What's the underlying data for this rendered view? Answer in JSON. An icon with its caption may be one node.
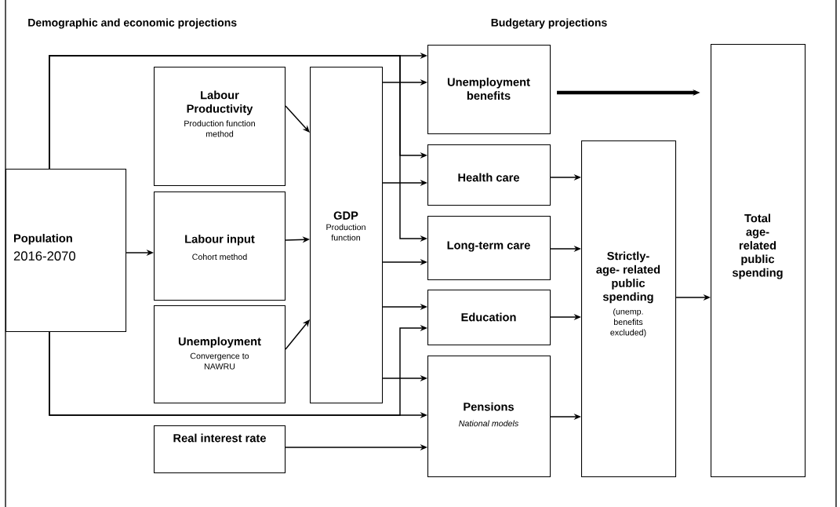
{
  "diagram": {
    "nodes": [
      {
        "text": [
          "Population",
          "2016-2070"
        ]
      },
      {
        "text": [
          "Labour Productivity",
          "Production function method"
        ]
      },
      {
        "text": [
          "Labour input",
          "Cohort method"
        ]
      },
      {
        "text": [
          "Unemployment",
          "Convergence to NAWRU"
        ]
      },
      {
        "text": [
          "Real interest rate"
        ]
      },
      {
        "text": [
          "GDP",
          "Production function"
        ]
      },
      {
        "text": [
          "Unemployment benefits"
        ]
      },
      {
        "text": [
          "Health care"
        ]
      },
      {
        "text": [
          "Long-term care"
        ]
      },
      {
        "text": [
          "Education"
        ]
      },
      {
        "text": [
          "Pensions",
          "National models"
        ]
      },
      {
        "text": [
          "Strictly- age- related public spending",
          "(unemp. benefits excluded)"
        ]
      },
      {
        "text": [
          "Total age-related public spending"
        ]
      }
    ],
    "edges": [
      {
        "from": 0,
        "to": 2,
        "arrow": "to"
      },
      {
        "from": 0,
        "to": 6,
        "arrow": "to"
      },
      {
        "from": 0,
        "to": 7,
        "arrow": "to"
      },
      {
        "from": 0,
        "to": 8,
        "arrow": "to"
      },
      {
        "from": 0,
        "to": 10,
        "arrow": "to"
      },
      {
        "from": 0,
        "to": 9,
        "arrow": "to"
      },
      {
        "from": 1,
        "to": 5,
        "arrow": "to"
      },
      {
        "from": 2,
        "to": 5,
        "arrow": "to"
      },
      {
        "from": 3,
        "to": 5,
        "arrow": "to"
      },
      {
        "from": 4,
        "to": 10,
        "arrow": "to"
      },
      {
        "from": 5,
        "to": 6,
        "arrow": "to"
      },
      {
        "from": 5,
        "to": 7,
        "arrow": "to"
      },
      {
        "from": 5,
        "to": 8,
        "arrow": "to"
      },
      {
        "from": 5,
        "to": 9,
        "arrow": "to"
      },
      {
        "from": 5,
        "to": 10,
        "arrow": "to"
      },
      {
        "from": 7,
        "to": 11,
        "arrow": "to"
      },
      {
        "from": 8,
        "to": 11,
        "arrow": "to"
      },
      {
        "from": 9,
        "to": 11,
        "arrow": "to"
      },
      {
        "from": 10,
        "to": 11,
        "arrow": "to"
      },
      {
        "from": 11,
        "to": 12,
        "arrow": "to"
      },
      {
        "from": 6,
        "to": 12,
        "arrow": "to",
        "style": "thick"
      }
    ],
    "labels": [
      "Demographic and economic projections",
      "Budgetary projections"
    ]
  }
}
